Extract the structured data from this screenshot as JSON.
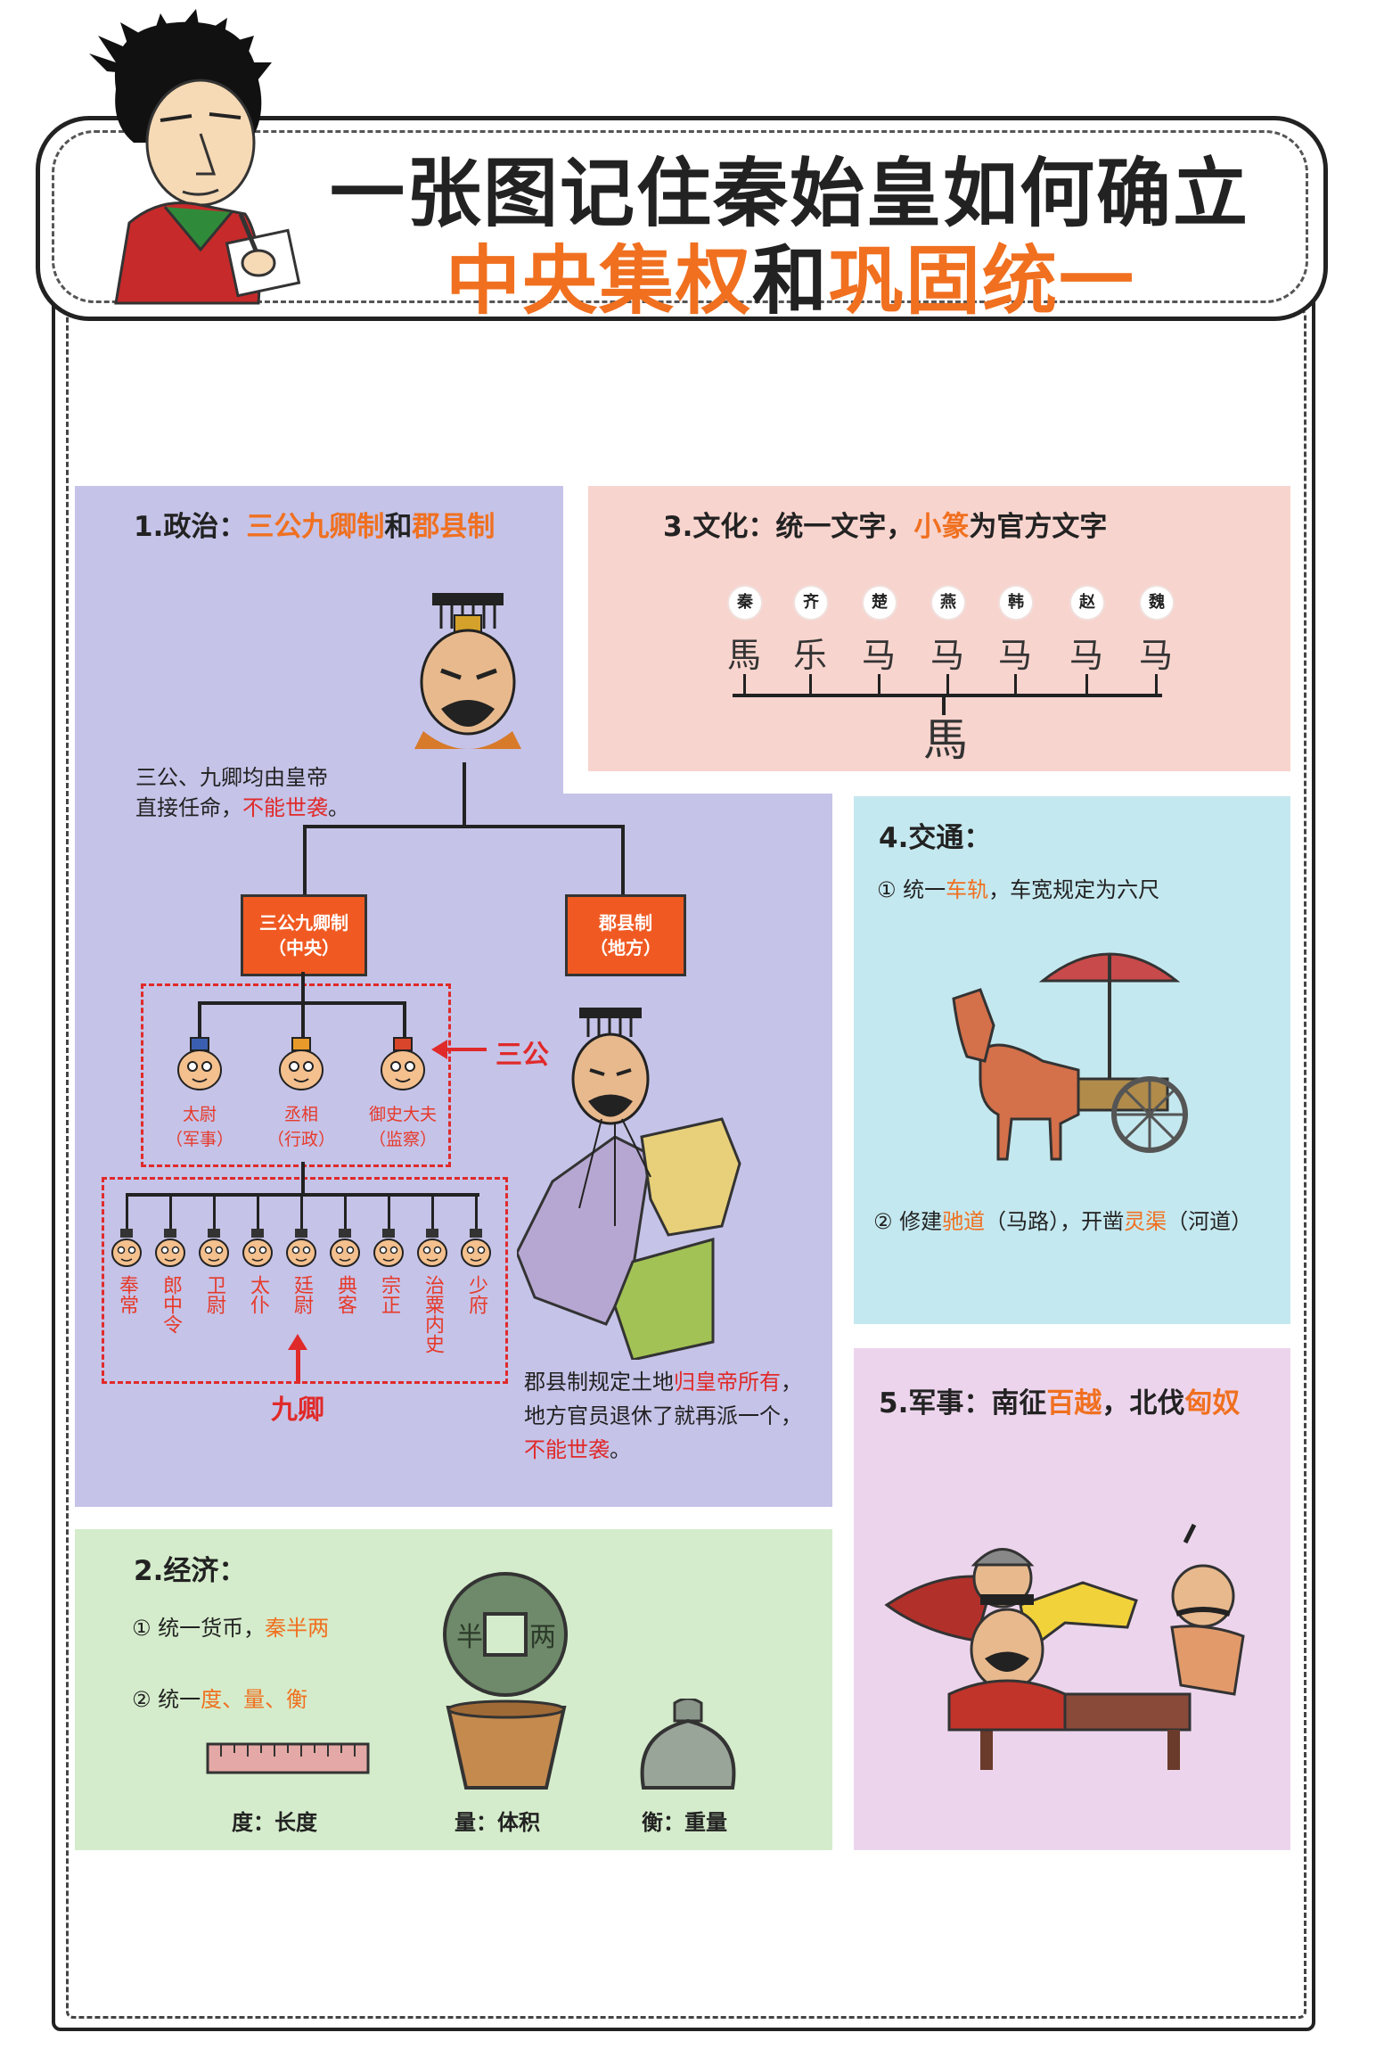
{
  "title": {
    "line1": "一张图记住秦始皇如何确立",
    "line2_a": "中央集权",
    "line2_b": "和",
    "line2_c": "巩固统一"
  },
  "politics": {
    "heading_a": "1.政治：",
    "heading_b": "三公九卿制",
    "heading_c": "和",
    "heading_d": "郡县制",
    "note_line1": "三公、九卿均由皇帝",
    "note_line2_a": "直接任命，",
    "note_line2_b": "不能世袭",
    "note_line2_c": "。",
    "central_box_line1": "三公九卿制",
    "central_box_line2": "（中央）",
    "local_box_line1": "郡县制",
    "local_box_line2": "（地方）",
    "sangong_label": "三公",
    "sangong": [
      {
        "name": "太尉",
        "role": "（军事）"
      },
      {
        "name": "丞相",
        "role": "（行政）"
      },
      {
        "name": "御史大夫",
        "role": "（监察）"
      }
    ],
    "jiuqing_label": "九卿",
    "jiuqing": [
      "奉常",
      "郎中令",
      "卫尉",
      "太仆",
      "廷尉",
      "典客",
      "宗正",
      "治粟内史",
      "少府"
    ],
    "commandery_text_line1_a": "郡县制规定土地",
    "commandery_text_line1_b": "归皇帝所有",
    "commandery_text_line1_c": "，",
    "commandery_text_line2": "地方官员退休了就再派一个，",
    "commandery_text_line3": "不能世袭",
    "commandery_text_line3_end": "。"
  },
  "culture": {
    "heading_a": "3.文化：统一文字，",
    "heading_b": "小篆",
    "heading_c": "为官方文字",
    "states": [
      "秦",
      "齐",
      "楚",
      "燕",
      "韩",
      "赵",
      "魏"
    ],
    "glyphs": [
      "馬",
      "乐",
      "马",
      "马",
      "马",
      "马",
      "马"
    ],
    "unified_glyph": "馬"
  },
  "transport": {
    "heading": "4.交通：",
    "item1_a": "① 统一",
    "item1_b": "车轨",
    "item1_c": "，车宽规定为六尺",
    "item2_a": "② 修建",
    "item2_b": "驰道",
    "item2_c": "（马路），开凿",
    "item2_d": "灵渠",
    "item2_e": "（河道）"
  },
  "economy": {
    "heading": "2.经济：",
    "item1_a": "① 统一货币，",
    "item1_b": "秦半两",
    "item2_a": "② 统一",
    "item2_b": "度、量、衡",
    "coin_chars": [
      "半",
      "两"
    ],
    "captions": [
      "度：长度",
      "量：体积",
      "衡：重量"
    ]
  },
  "military": {
    "heading_a": "5.军事：南征",
    "heading_b": "百越",
    "heading_c": "，北伐",
    "heading_d": "匈奴"
  },
  "colors": {
    "orange": "#f07020",
    "red": "#e02a2a",
    "purple_panel": "#c5c3e8",
    "pink_panel": "#f8d4ce",
    "blue_panel": "#c4e8ef",
    "green_panel": "#d4eccb",
    "lilac_panel": "#ecd5ec"
  }
}
